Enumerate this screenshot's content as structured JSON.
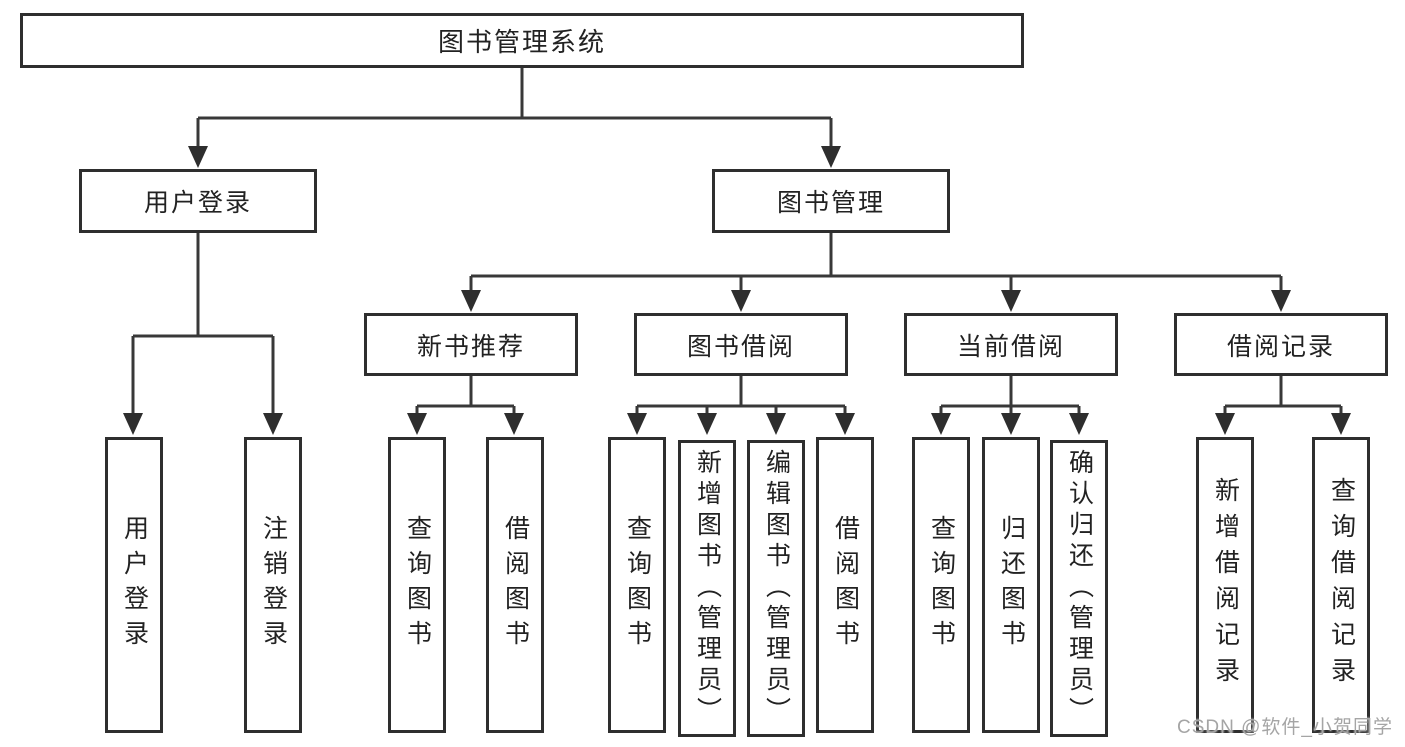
{
  "tree": {
    "root": {
      "label": "图书管理系统"
    },
    "branches": [
      {
        "label": "用户登录",
        "children": [
          {
            "label": "用户登录"
          },
          {
            "label": "注销登录"
          }
        ]
      },
      {
        "label": "图书管理",
        "children": [
          {
            "label": "新书推荐",
            "children": [
              {
                "label": "查询图书"
              },
              {
                "label": "借阅图书"
              }
            ]
          },
          {
            "label": "图书借阅",
            "children": [
              {
                "label": "查询图书"
              },
              {
                "label": "新增图书（管理员）"
              },
              {
                "label": "编辑图书（管理员）"
              },
              {
                "label": "借阅图书"
              }
            ]
          },
          {
            "label": "当前借阅",
            "children": [
              {
                "label": "查询图书"
              },
              {
                "label": "归还图书"
              },
              {
                "label": "确认归还（管理员）"
              }
            ]
          },
          {
            "label": "借阅记录",
            "children": [
              {
                "label": "新增借阅记录"
              },
              {
                "label": "查询借阅记录"
              }
            ]
          }
        ]
      }
    ]
  },
  "watermark": {
    "text": "CSDN @软件_小贺同学"
  },
  "colors": {
    "background": "#ffffff",
    "line": "#383838",
    "box_border": "#2e2e2e",
    "text": "#222222",
    "watermark": "#a5a5a5"
  }
}
